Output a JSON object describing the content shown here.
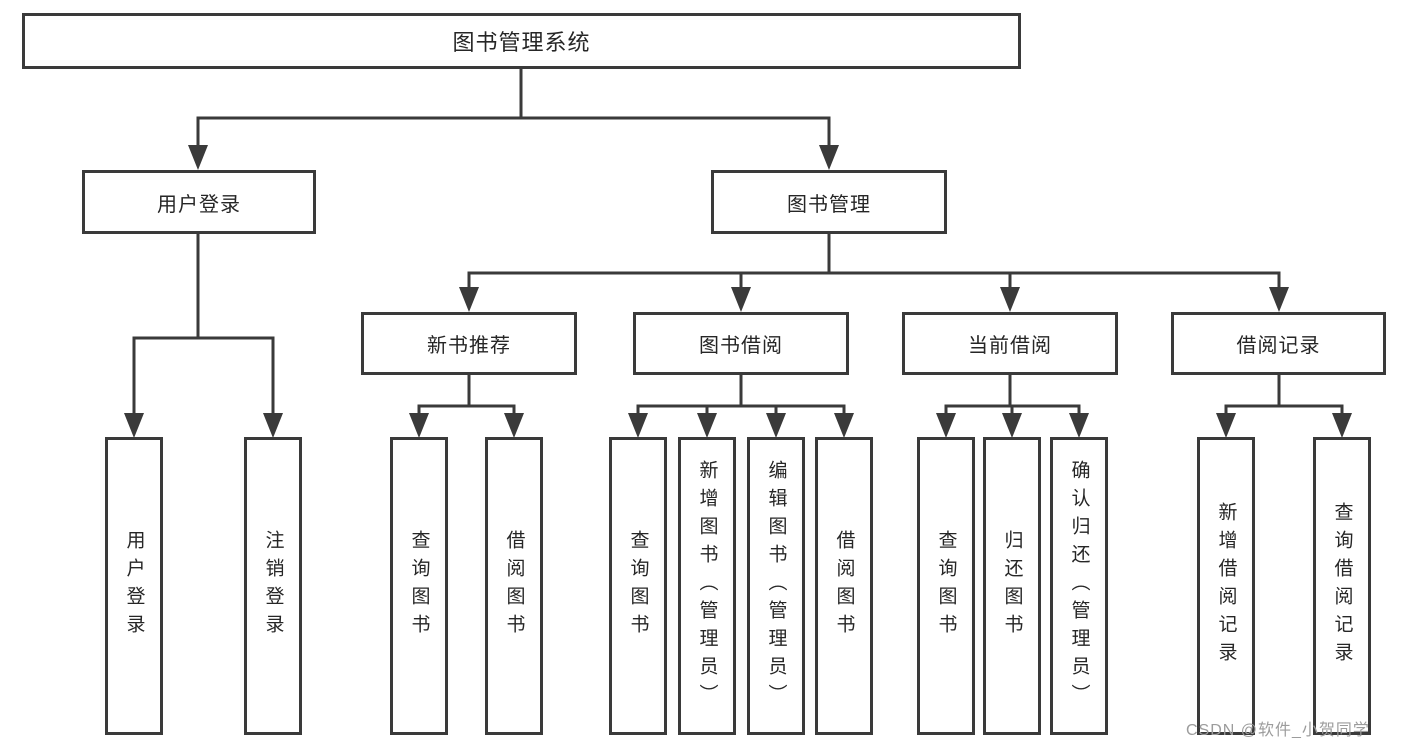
{
  "diagram": {
    "title": "图书管理系统",
    "type": "hierarchy-tree",
    "colors": {
      "line": "#3a3a3a",
      "box_border": "#3a3a3a",
      "text": "#262626",
      "background": "#ffffff",
      "watermark": "#9c9c9c"
    },
    "tree": {
      "root": {
        "label": "图书管理系统"
      },
      "branches": [
        {
          "label": "用户登录",
          "children": [
            {
              "label": "用户登录"
            },
            {
              "label": "注销登录"
            }
          ]
        },
        {
          "label": "图书管理",
          "children": [
            {
              "label": "新书推荐",
              "children": [
                {
                  "label": "查询图书"
                },
                {
                  "label": "借阅图书"
                }
              ]
            },
            {
              "label": "图书借阅",
              "children": [
                {
                  "label": "查询图书"
                },
                {
                  "label": "新增图书（管理员）"
                },
                {
                  "label": "编辑图书（管理员）"
                },
                {
                  "label": "借阅图书"
                }
              ]
            },
            {
              "label": "当前借阅",
              "children": [
                {
                  "label": "查询图书"
                },
                {
                  "label": "归还图书"
                },
                {
                  "label": "确认归还（管理员）"
                }
              ]
            },
            {
              "label": "借阅记录",
              "children": [
                {
                  "label": "新增借阅记录"
                },
                {
                  "label": "查询借阅记录"
                }
              ]
            }
          ]
        }
      ]
    },
    "watermark": "CSDN @软件_小贺同学"
  }
}
